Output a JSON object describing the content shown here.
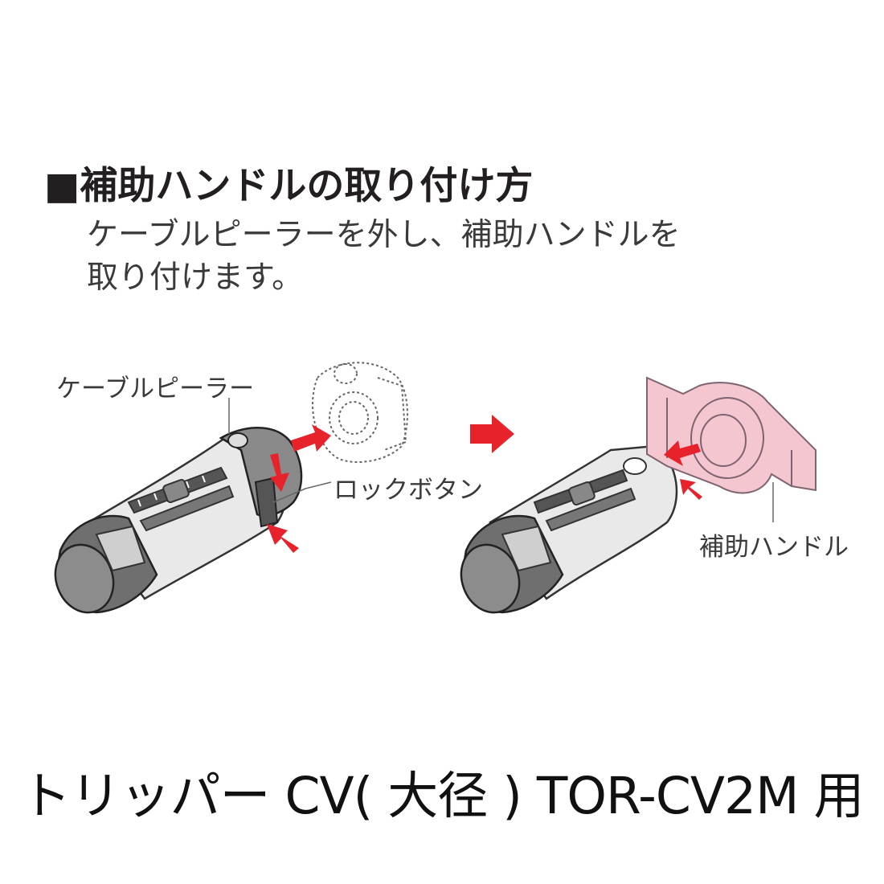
{
  "heading": "■補助ハンドルの取り付け方",
  "intro": {
    "line1": "ケーブルピーラーを外し、補助ハンドルを",
    "line2": "取り付けます。"
  },
  "labels": {
    "cable_peeler": "ケーブルピーラー",
    "lock_button": "ロックボタン",
    "aux_handle": "補助ハンドル"
  },
  "footer": "トリッパー CV( 大径 ) TOR-CV2M 用",
  "colors": {
    "arrow": "#e8222b",
    "handle_fill": "#f3c6d0",
    "handle_stroke": "#7d6470",
    "tool_dark": "#7a7a7a",
    "tool_mid": "#bdbdbd",
    "tool_light": "#ececec"
  }
}
